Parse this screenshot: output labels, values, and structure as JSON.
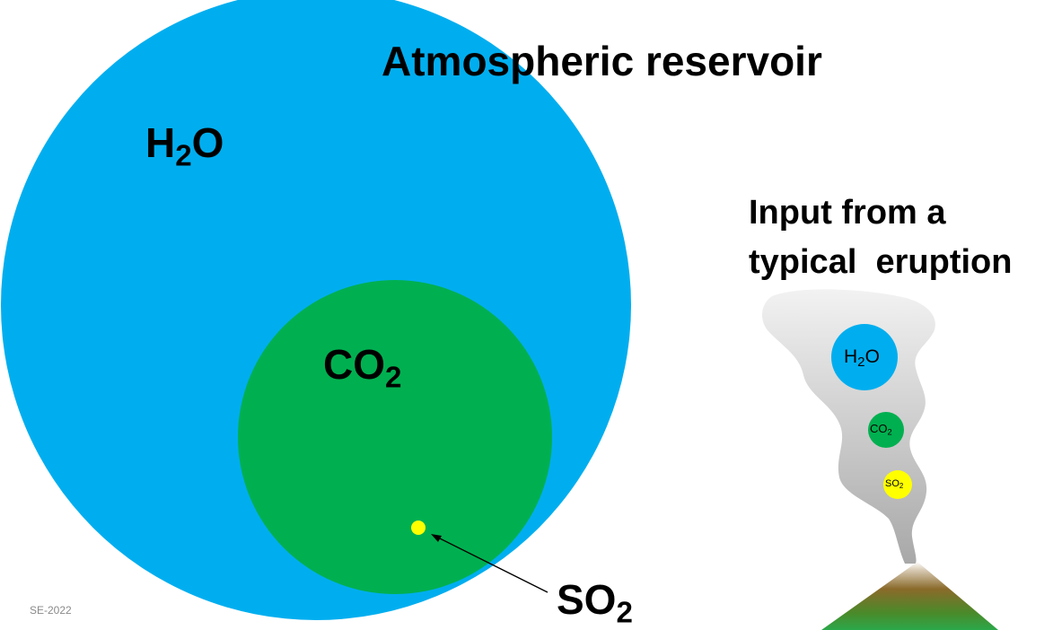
{
  "title": "Atmospheric reservoir",
  "reservoir": {
    "h2o": {
      "base": "H",
      "sub": "2",
      "tail": "O",
      "color": "#00AEEF"
    },
    "co2": {
      "base": "CO",
      "sub": "2",
      "color": "#00B050"
    },
    "so2": {
      "base": "SO",
      "sub": "2",
      "color": "#FFFF00"
    }
  },
  "eruption": {
    "title_line1": "Input from a",
    "title_line2": "typical  eruption",
    "h2o": {
      "base": "H",
      "sub": "2",
      "tail": "O"
    },
    "co2": {
      "base": "CO",
      "sub": "2"
    },
    "so2": {
      "base": "SO",
      "sub": "2"
    }
  },
  "credit": "SE-2022"
}
